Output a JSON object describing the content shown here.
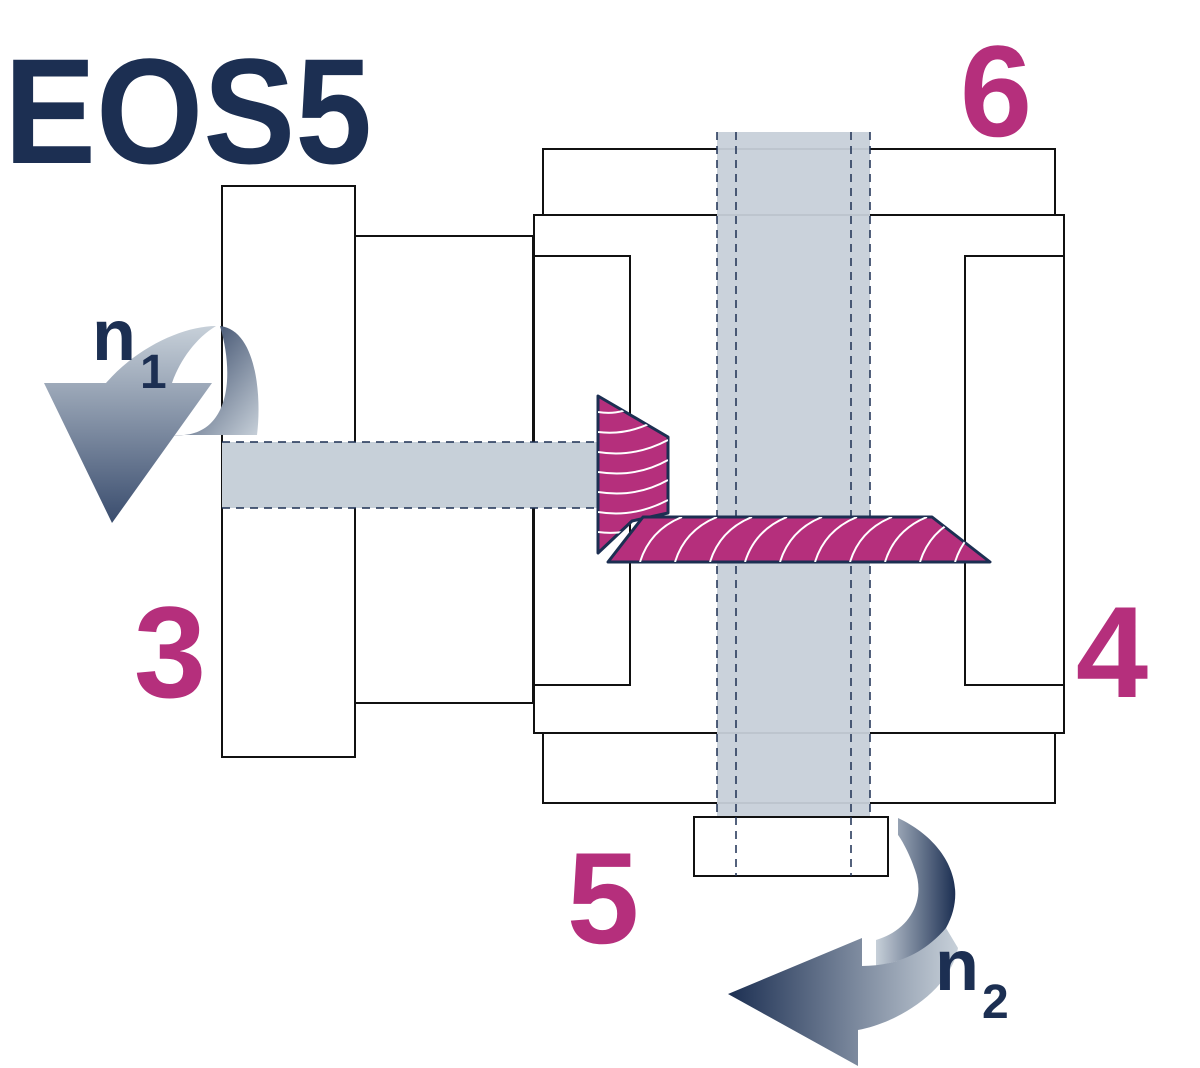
{
  "title": "EOS5",
  "labels": {
    "port_3": "3",
    "port_4": "4",
    "port_5": "5",
    "port_6": "6"
  },
  "rotations": {
    "input": {
      "symbol": "n",
      "subscript": "1"
    },
    "output": {
      "symbol": "n",
      "subscript": "2"
    }
  },
  "colors": {
    "navy": "#1c2f52",
    "magenta": "#b52f7c",
    "shaft": "#c7d0d9",
    "outline": "#111111"
  },
  "icons": {
    "input_arrow": "curved-rotation-arrow-icon",
    "output_arrow": "curved-rotation-arrow-icon",
    "gear": "bevel-gear-icon"
  }
}
